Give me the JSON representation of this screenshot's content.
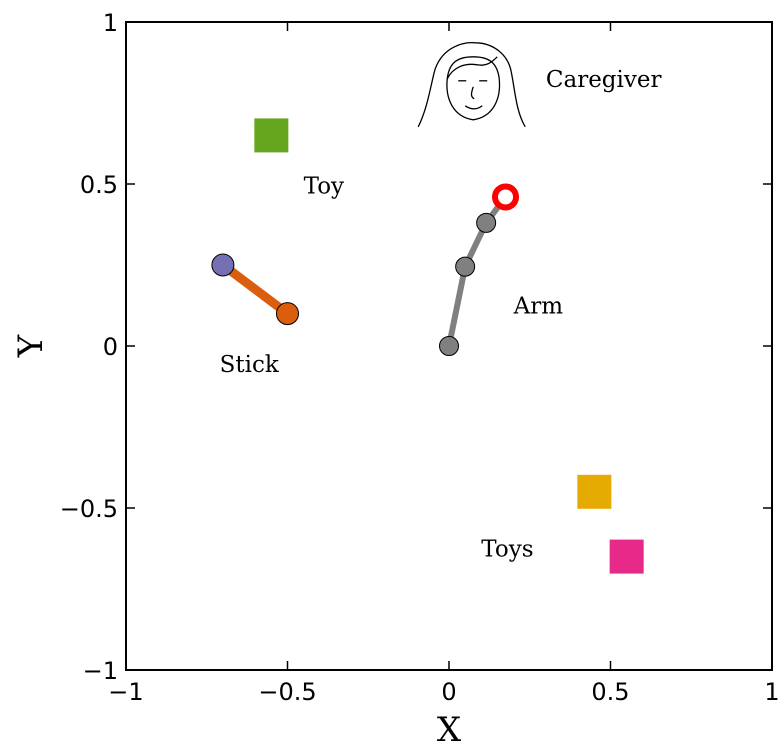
{
  "chart_data": {
    "type": "scatter",
    "title": "",
    "xlabel": "X",
    "ylabel": "Y",
    "xlim": [
      -1,
      1
    ],
    "ylim": [
      -1,
      1
    ],
    "grid": false,
    "xticks": [
      -1,
      -0.5,
      0,
      0.5,
      1
    ],
    "yticks": [
      -1,
      -0.5,
      0,
      0.5,
      1
    ],
    "xtick_labels": [
      "−1",
      "−0.5",
      "0",
      "0.5",
      "1"
    ],
    "ytick_labels": [
      "−1",
      "−0.5",
      "0",
      "0.5",
      "1"
    ],
    "annotations": [
      {
        "text": "Caregiver",
        "x": 0.3,
        "y": 0.8
      },
      {
        "text": "Toy",
        "x": -0.45,
        "y": 0.47
      },
      {
        "text": "Arm",
        "x": 0.2,
        "y": 0.1
      },
      {
        "text": "Stick",
        "x": -0.71,
        "y": -0.08
      },
      {
        "text": "Toys",
        "x": 0.1,
        "y": -0.65
      }
    ],
    "arm": {
      "color": "#808080",
      "joints": [
        [
          0.0,
          0.0
        ],
        [
          0.05,
          0.245
        ],
        [
          0.115,
          0.38
        ]
      ],
      "hand": [
        0.175,
        0.46
      ],
      "hand_color": "#ff0000"
    },
    "stick": {
      "color": "#d95f0e",
      "end1": [
        -0.7,
        0.25
      ],
      "end1_color": "#7570b3",
      "end2": [
        -0.5,
        0.1
      ],
      "end2_color": "#d95f0e"
    },
    "toys": [
      {
        "x": -0.55,
        "y": 0.65,
        "color": "#66a61e"
      },
      {
        "x": 0.45,
        "y": -0.45,
        "color": "#e6ab02"
      },
      {
        "x": 0.55,
        "y": -0.65,
        "color": "#e7298a"
      }
    ],
    "caregiver": {
      "icon": "caregiver-face-icon",
      "x": 0.075,
      "y": 0.8
    }
  }
}
